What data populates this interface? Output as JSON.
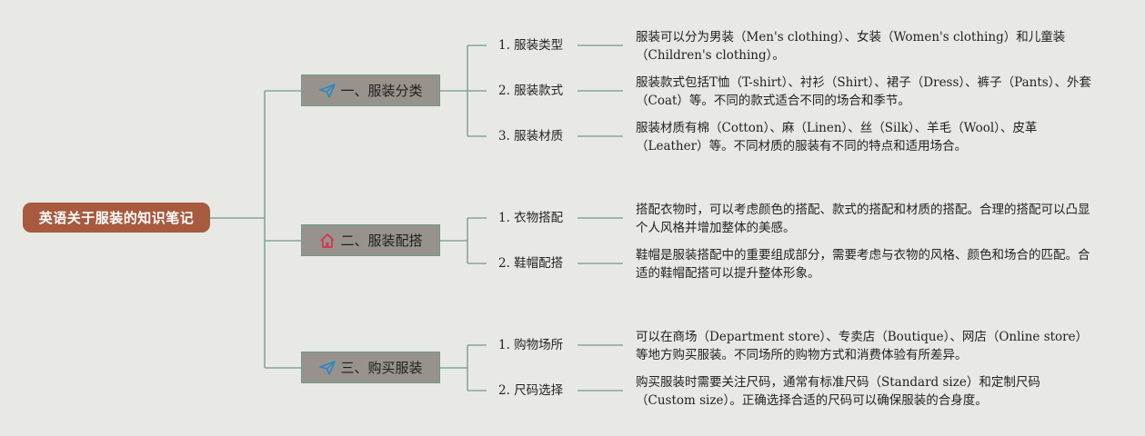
{
  "root": {
    "label": "英语关于服装的知识笔记"
  },
  "colors": {
    "root_bg": "#a85a3e",
    "category_bg": "#97938c",
    "connector": "#6e9a8c",
    "background": "#e8e9e5"
  },
  "categories": [
    {
      "label": "一、服装分类",
      "icon": "paper-plane-icon",
      "items": [
        {
          "label": "1. 服装类型",
          "desc": "服装可以分为男装（Men's clothing）、女装（Women's clothing）和儿童装（Children's clothing）。"
        },
        {
          "label": "2. 服装款式",
          "desc": "服装款式包括T恤（T-shirt）、衬衫（Shirt）、裙子（Dress）、裤子（Pants）、外套（Coat）等。不同的款式适合不同的场合和季节。"
        },
        {
          "label": "3. 服装材质",
          "desc": "服装材质有棉（Cotton）、麻（Linen）、丝（Silk）、羊毛（Wool）、皮革（Leather）等。不同材质的服装有不同的特点和适用场合。"
        }
      ]
    },
    {
      "label": "二、服装配搭",
      "icon": "home-icon",
      "items": [
        {
          "label": "1. 衣物搭配",
          "desc": "搭配衣物时，可以考虑颜色的搭配、款式的搭配和材质的搭配。合理的搭配可以凸显个人风格并增加整体的美感。"
        },
        {
          "label": "2. 鞋帽配搭",
          "desc": "鞋帽是服装搭配中的重要组成部分，需要考虑与衣物的风格、颜色和场合的匹配。合适的鞋帽配搭可以提升整体形象。"
        }
      ]
    },
    {
      "label": "三、购买服装",
      "icon": "paper-plane-icon",
      "items": [
        {
          "label": "1. 购物场所",
          "desc": "可以在商场（Department store）、专卖店（Boutique）、网店（Online store）等地方购买服装。不同场所的购物方式和消费体验有所差异。"
        },
        {
          "label": "2. 尺码选择",
          "desc": "购买服装时需要关注尺码，通常有标准尺码（Standard size）和定制尺码（Custom size）。正确选择合适的尺码可以确保服装的合身度。"
        }
      ]
    }
  ]
}
